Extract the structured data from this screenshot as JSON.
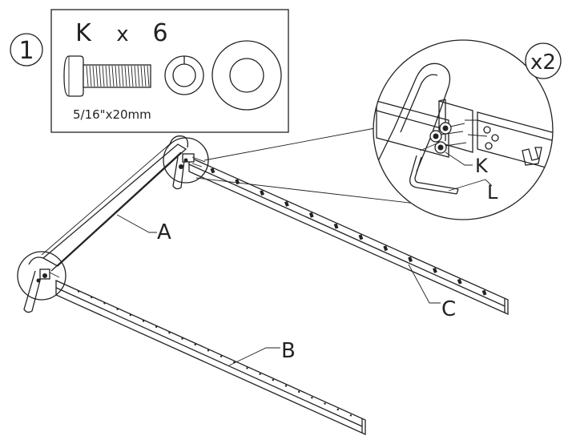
{
  "step": {
    "number": "1"
  },
  "parts_box": {
    "part_letter": "K",
    "times": "x",
    "quantity": "6",
    "bolt_size": "5/16\"x20mm"
  },
  "detail": {
    "multiplier": "x2"
  },
  "callouts": {
    "a": "A",
    "b": "B",
    "c": "C",
    "k": "K",
    "l": "L"
  }
}
